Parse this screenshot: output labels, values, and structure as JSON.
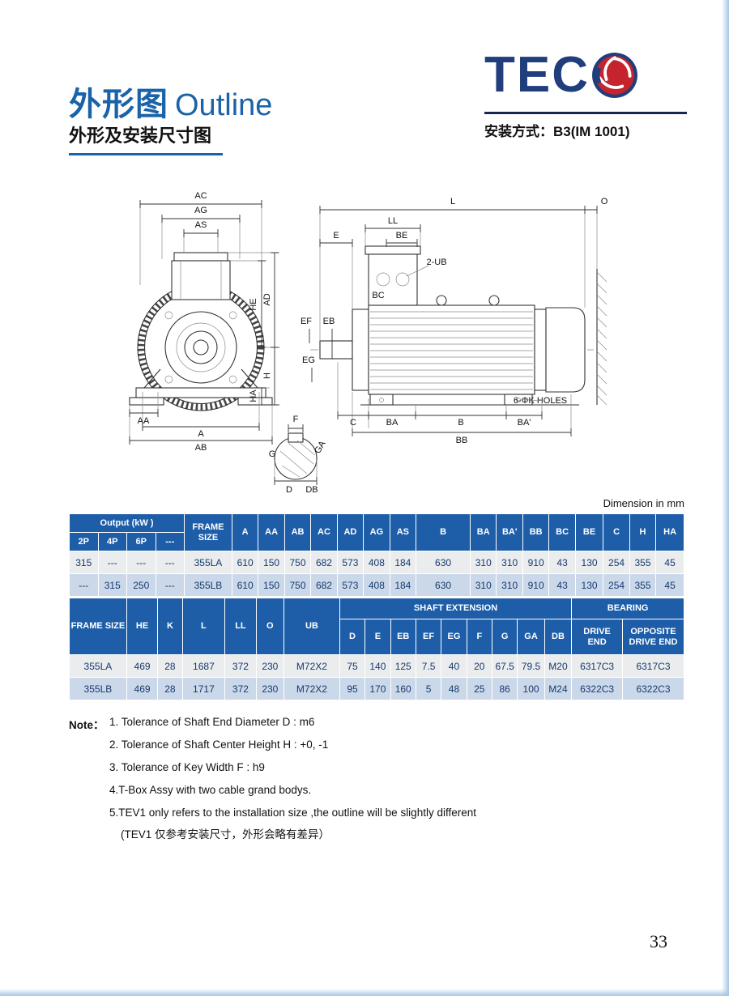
{
  "page": {
    "title_cn": "外形图",
    "title_en": "Outline",
    "subtitle": "外形及安装尺寸图",
    "mounting": "安装方式：B3(IM 1001)",
    "dimension_note": "Dimension in mm",
    "page_number": "33"
  },
  "logo": {
    "brand": "TECO",
    "letters": [
      "T",
      "E",
      "C"
    ]
  },
  "drawing": {
    "front": {
      "ac": "AC",
      "ag": "AG",
      "as": "AS",
      "he": "HE",
      "ad": "AD",
      "ha": "HA",
      "h": "H",
      "aa": "AA",
      "a": "A",
      "ab": "AB"
    },
    "side": {
      "l": "L",
      "o": "O",
      "ll": "LL",
      "e": "E",
      "be": "BE",
      "bc": "BC",
      "ub": "2-UB",
      "ef": "EF",
      "eb": "EB",
      "eg": "EG",
      "c": "C",
      "ba": "BA",
      "b": "B",
      "ba2": "BA'",
      "bb": "BB",
      "holes": "6-ΦK HOLES"
    },
    "section": {
      "f": "F",
      "g": "G",
      "ga": "GA",
      "d": "D",
      "db": "DB"
    }
  },
  "table1": {
    "output_header": "Output (kW )",
    "output_cols": [
      "2P",
      "4P",
      "6P",
      "---"
    ],
    "frame_size_header": "FRAME SIZE",
    "dim_cols": [
      "A",
      "AA",
      "AB",
      "AC",
      "AD",
      "AG",
      "AS",
      "B",
      "BA",
      "BA'",
      "BB",
      "BC",
      "BE",
      "C",
      "H",
      "HA"
    ],
    "rows": [
      {
        "output": [
          "315",
          "---",
          "---",
          "---"
        ],
        "frame": "355LA",
        "values": [
          "610",
          "150",
          "750",
          "682",
          "573",
          "408",
          "184",
          "630",
          "310",
          "310",
          "910",
          "43",
          "130",
          "254",
          "355",
          "45"
        ]
      },
      {
        "output": [
          "---",
          "315",
          "250",
          "---"
        ],
        "frame": "355LB",
        "values": [
          "610",
          "150",
          "750",
          "682",
          "573",
          "408",
          "184",
          "630",
          "310",
          "310",
          "910",
          "43",
          "130",
          "254",
          "355",
          "45"
        ]
      }
    ]
  },
  "table2": {
    "frame_size_header": "FRAME SIZE",
    "pre_cols": [
      "HE",
      "K",
      "L",
      "LL",
      "O",
      "UB"
    ],
    "shaft_header": "SHAFT EXTENSION",
    "shaft_cols": [
      "D",
      "E",
      "EB",
      "EF",
      "EG",
      "F",
      "G",
      "GA",
      "DB"
    ],
    "bearing_header": "BEARING",
    "bearing_cols": [
      "DRIVE END",
      "OPPOSITE DRIVE END"
    ],
    "rows": [
      {
        "frame": "355LA",
        "pre": [
          "469",
          "28",
          "1687",
          "372",
          "230",
          "M72X2"
        ],
        "shaft": [
          "75",
          "140",
          "125",
          "7.5",
          "40",
          "20",
          "67.5",
          "79.5",
          "M20"
        ],
        "bearing": [
          "6317C3",
          "6317C3"
        ]
      },
      {
        "frame": "355LB",
        "pre": [
          "469",
          "28",
          "1717",
          "372",
          "230",
          "M72X2"
        ],
        "shaft": [
          "95",
          "170",
          "160",
          "5",
          "48",
          "25",
          "86",
          "100",
          "M24"
        ],
        "bearing": [
          "6322C3",
          "6322C3"
        ]
      }
    ]
  },
  "notes": {
    "label": "Note：",
    "items": [
      "1. Tolerance of Shaft End Diameter D : m6",
      "2. Tolerance of Shaft Center Height H : +0, -1",
      "3. Tolerance of Key Width F : h9",
      "4.T-Box Assy with two cable grand bodys.",
      "5.TEV1 only refers to the installation size ,the outline will be slightly different",
      "(TEV1 仅参考安装尺寸，外形会略有差异）"
    ]
  }
}
